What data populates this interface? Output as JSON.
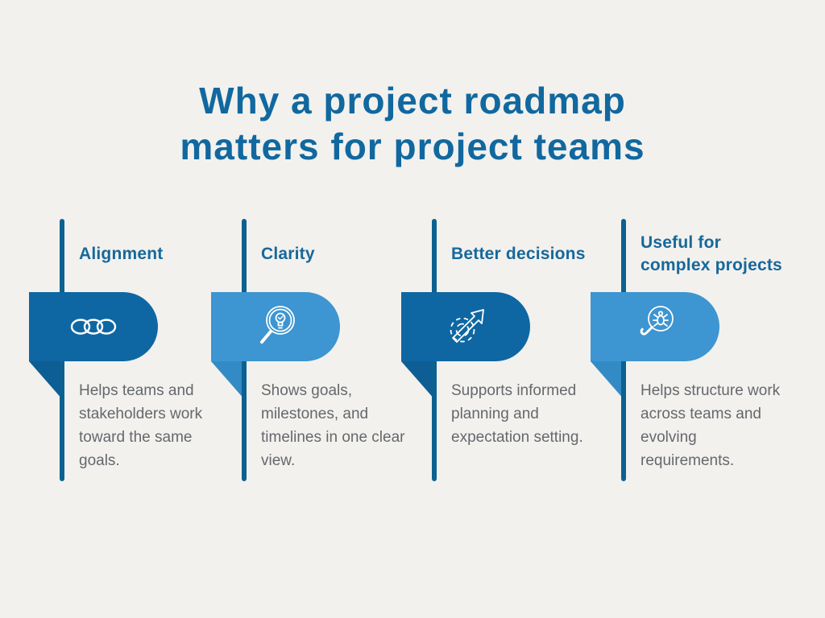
{
  "title": {
    "line1": "Why a project roadmap",
    "line2": "matters for project teams"
  },
  "palette": {
    "bg": "#f2f1ee",
    "dark_blue": "#0e67a3",
    "dark_blue_tail": "#0d5e94",
    "light_blue": "#3d95d1",
    "light_blue_tail": "#338bc5",
    "spine_blue": "#0d6190",
    "title_blue": "#11689f",
    "heading_blue": "#17689a",
    "text_gray": "#65686c",
    "icon_white": "#ffffff"
  },
  "columns": [
    {
      "heading": "Alignment",
      "description": "Helps teams and stakeholders work toward the same goals.",
      "icon": "chain-link-icon",
      "shade": "dark"
    },
    {
      "heading": "Clarity",
      "description": "Shows goals, milestones, and timelines in one clear view.",
      "icon": "magnifier-lightbulb-icon",
      "shade": "light"
    },
    {
      "heading": "Better decisions",
      "description": "Supports informed planning and expectation setting.",
      "icon": "gear-arrow-icon",
      "shade": "dark"
    },
    {
      "heading": "Useful for complex projects",
      "description": "Helps structure work across teams and evolving requirements.",
      "icon": "magnifier-bug-icon",
      "shade": "light"
    }
  ]
}
